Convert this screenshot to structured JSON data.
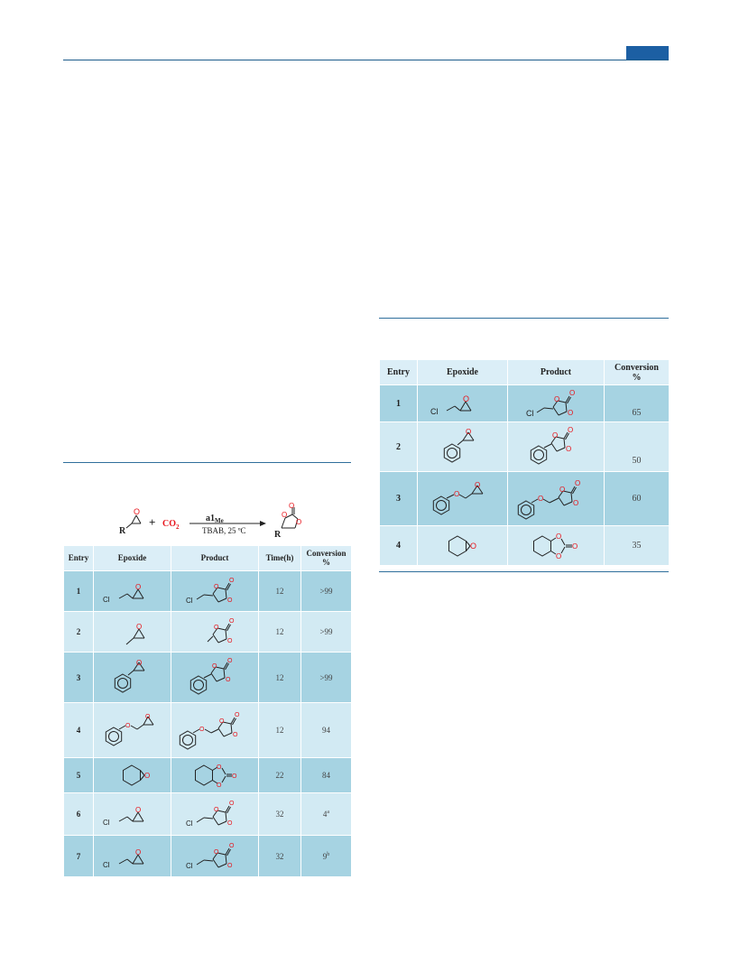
{
  "scheme": {
    "reactant_label": "R",
    "plus": "+",
    "co2_base": "CO",
    "co2_sub": "2",
    "catalyst_base": "a1",
    "catalyst_sub": "Me",
    "conditions": "TBAB, 25 ºC",
    "product_label": "R",
    "atom_o": "O"
  },
  "atoms": {
    "cl": "Cl",
    "o": "O"
  },
  "table1": {
    "headers": {
      "entry": "Entry",
      "epoxide": "Epoxide",
      "product": "Product",
      "time": "Time(h)",
      "conversion": "Conversion",
      "percent": "%"
    },
    "rows": [
      {
        "entry": "1",
        "time": "12",
        "conversion": ">99",
        "note": ""
      },
      {
        "entry": "2",
        "time": "12",
        "conversion": ">99",
        "note": ""
      },
      {
        "entry": "3",
        "time": "12",
        "conversion": ">99",
        "note": ""
      },
      {
        "entry": "4",
        "time": "12",
        "conversion": "94",
        "note": ""
      },
      {
        "entry": "5",
        "time": "22",
        "conversion": "84",
        "note": ""
      },
      {
        "entry": "6",
        "time": "32",
        "conversion": "4",
        "note": "a"
      },
      {
        "entry": "7",
        "time": "32",
        "conversion": "9",
        "note": "b"
      }
    ]
  },
  "table2": {
    "headers": {
      "entry": "Entry",
      "epoxide": "Epoxide",
      "product": "Product",
      "conversion": "Conversion",
      "percent": "%"
    },
    "rows": [
      {
        "entry": "1",
        "conversion": "65"
      },
      {
        "entry": "2",
        "conversion": "50"
      },
      {
        "entry": "3",
        "conversion": "60"
      },
      {
        "entry": "4",
        "conversion": "35"
      }
    ]
  },
  "colors": {
    "accent": "#1c5fa3",
    "header_bg": "#dbeef7",
    "row_dark": "#a6d3e2",
    "row_light": "#d2eaf3",
    "oxygen": "#e8141b"
  }
}
